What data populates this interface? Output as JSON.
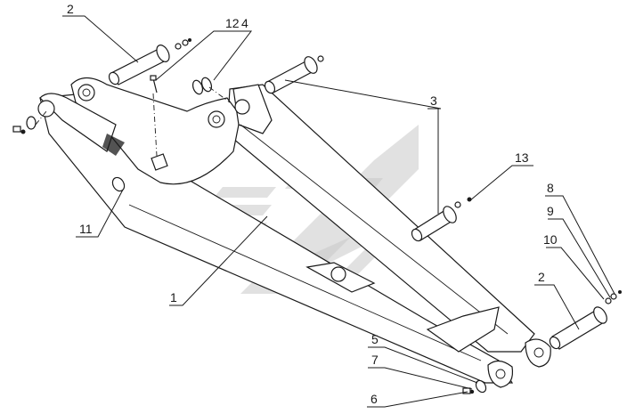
{
  "diagram": {
    "callouts": [
      {
        "id": "c1",
        "text": "1"
      },
      {
        "id": "c2a",
        "text": "2"
      },
      {
        "id": "c2b",
        "text": "2"
      },
      {
        "id": "c3",
        "text": "3"
      },
      {
        "id": "c4",
        "text": "4"
      },
      {
        "id": "c5",
        "text": "5"
      },
      {
        "id": "c6",
        "text": "6"
      },
      {
        "id": "c7",
        "text": "7"
      },
      {
        "id": "c8",
        "text": "8"
      },
      {
        "id": "c9",
        "text": "9"
      },
      {
        "id": "c10",
        "text": "10"
      },
      {
        "id": "c11",
        "text": "11"
      },
      {
        "id": "c12",
        "text": "12"
      },
      {
        "id": "c13",
        "text": "13"
      }
    ],
    "colors": {
      "line": "#1a1a1a",
      "watermark": "#c9c9c9",
      "background": "#ffffff"
    }
  }
}
